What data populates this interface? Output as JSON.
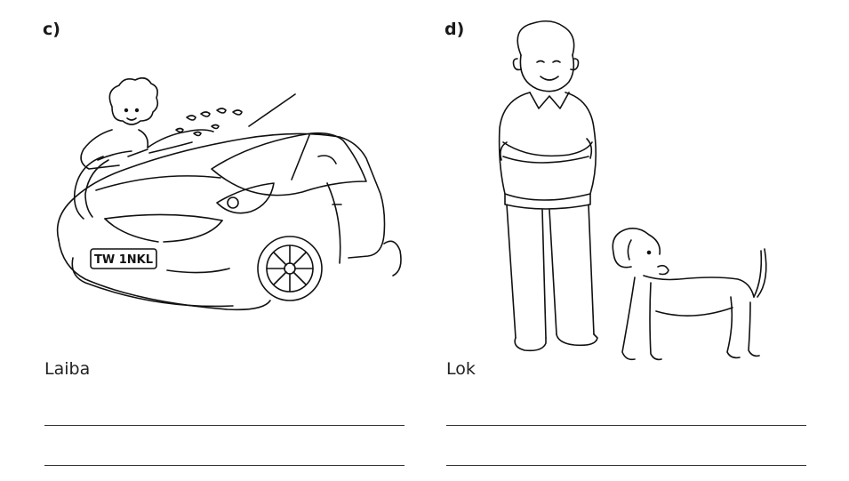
{
  "panels": [
    {
      "label": "c)",
      "name": "Laiba",
      "illustration": "car-wash-icon"
    },
    {
      "label": "d)",
      "name": "Lok",
      "illustration": "man-with-dog-icon"
    }
  ],
  "car": {
    "plate": "TW 1NKL"
  }
}
